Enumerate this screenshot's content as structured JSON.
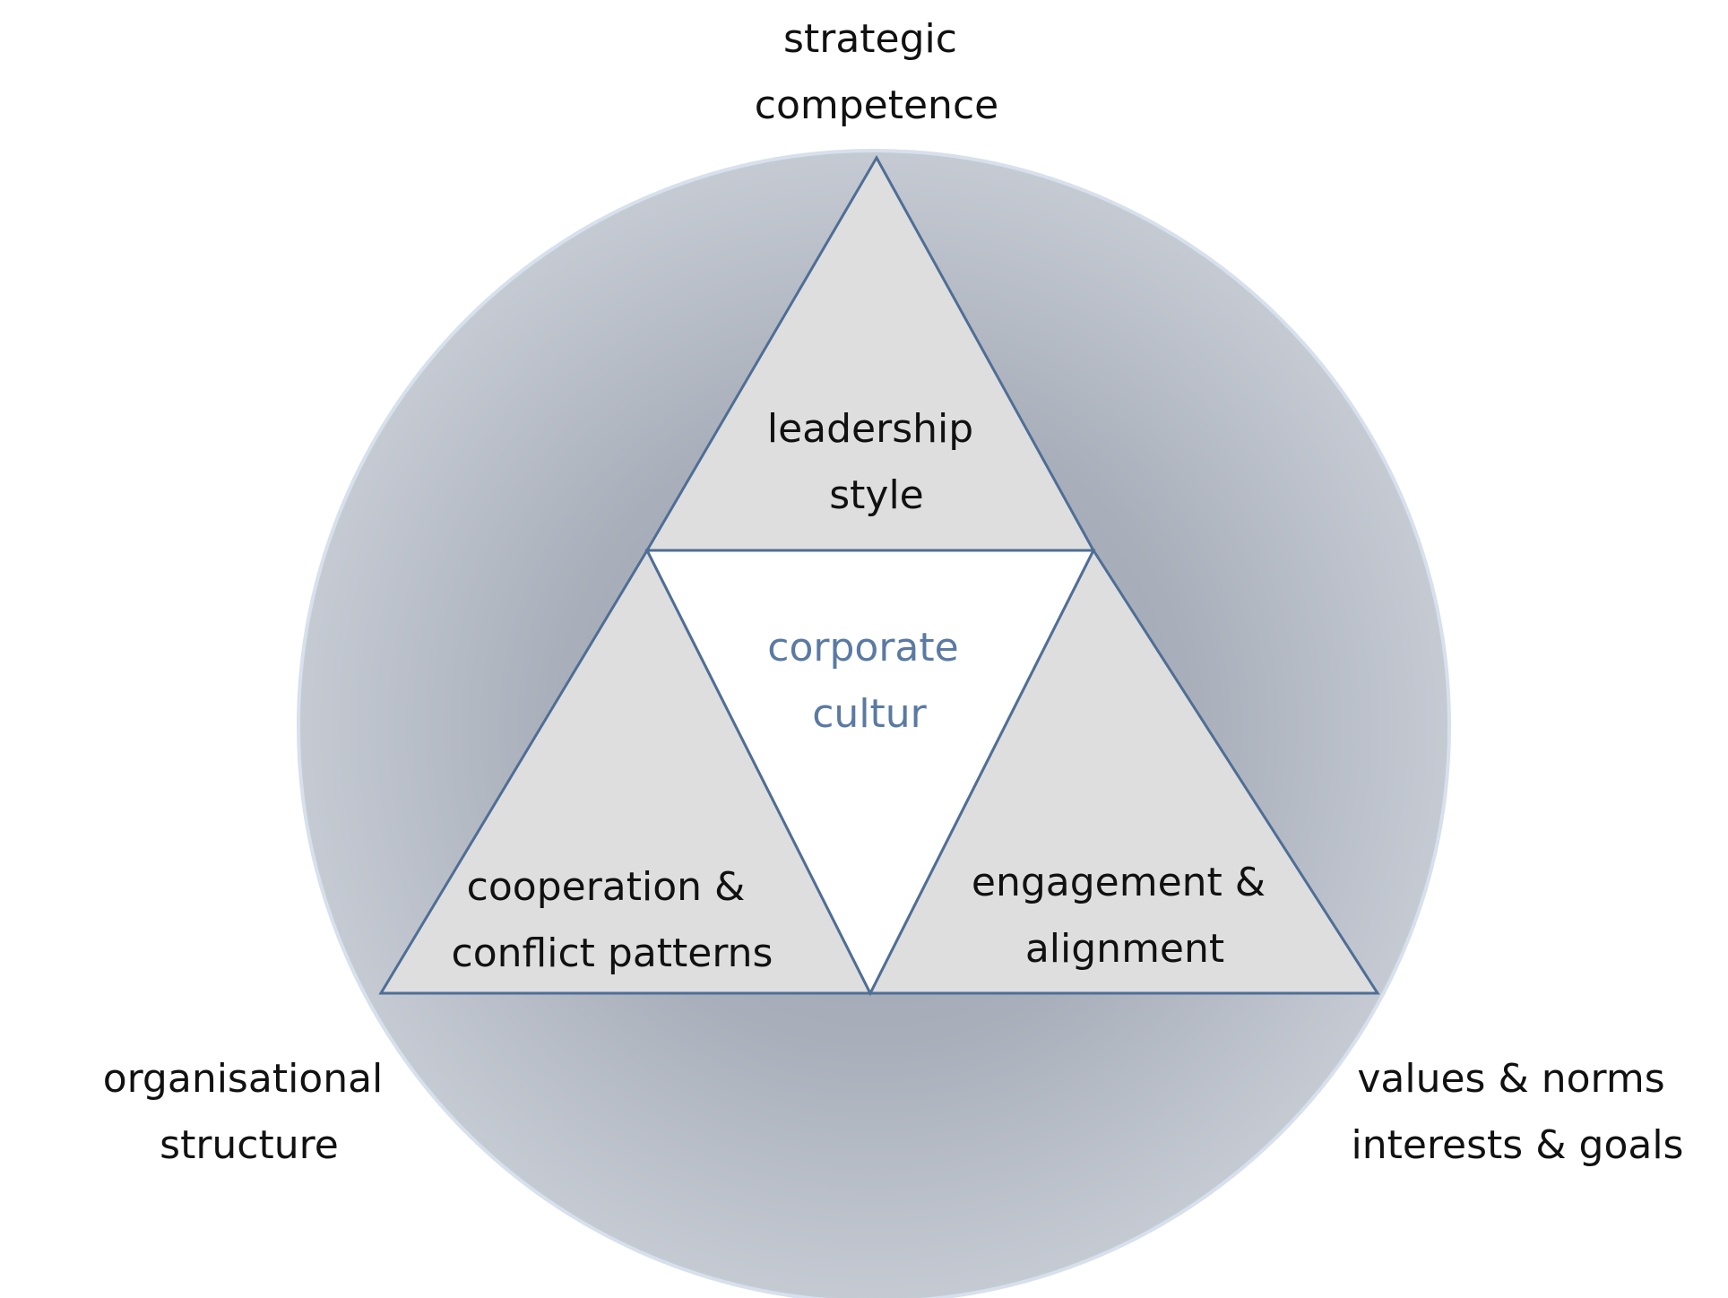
{
  "colors": {
    "circle_inner": "#9aa1ad",
    "circle_outer": "#c5cad3",
    "circle_stroke": "#d7e0ec",
    "triangle_fill": "#dedede",
    "triangle_stroke": "#4f6e96",
    "center_fill": "#ffffff",
    "center_text": "#5a7aa3",
    "text": "#111111"
  },
  "labels": {
    "top": {
      "line1": "strategic",
      "line2": "competence"
    },
    "bottom_left": {
      "line1": "organisational",
      "line2": "structure"
    },
    "bottom_right": {
      "line1": "values & norms",
      "line2": "interests & goals"
    }
  },
  "triangles": {
    "top": {
      "line1": "leadership",
      "line2": "style"
    },
    "left": {
      "line1": "cooperation &",
      "line2": "conflict patterns"
    },
    "right": {
      "line1": "engagement &",
      "line2": "alignment"
    },
    "center": {
      "line1": "corporate",
      "line2": "cultur"
    }
  }
}
